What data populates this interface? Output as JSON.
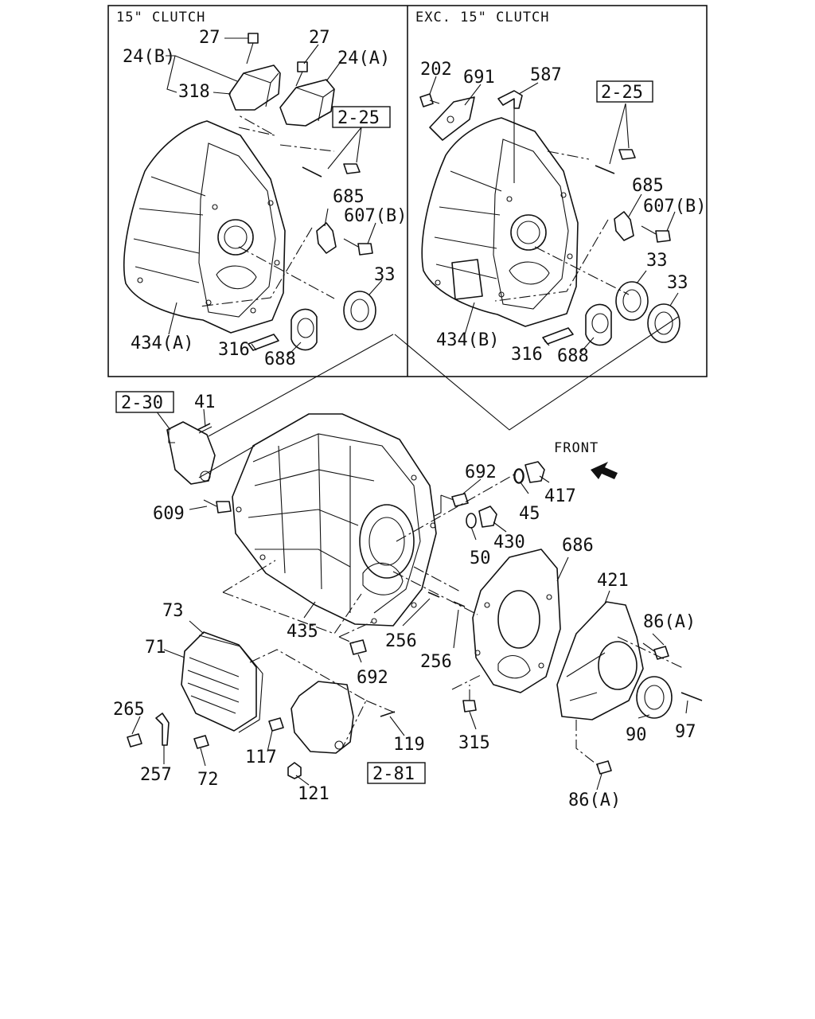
{
  "panels": {
    "left_header": "15\" CLUTCH",
    "right_header": "EXC. 15\" CLUTCH"
  },
  "front_label": "FRONT",
  "left_panel": {
    "p27a": "27",
    "p27b": "27",
    "p24b": "24(B)",
    "p24a": "24(A)",
    "p318": "318",
    "ref225": "2-25",
    "p685": "685",
    "p607b": "607(B)",
    "p33": "33",
    "p434a": "434(A)",
    "p316": "316",
    "p688": "688"
  },
  "right_panel": {
    "p202": "202",
    "p691": "691",
    "p587": "587",
    "ref225": "2-25",
    "p685": "685",
    "p607b": "607(B)",
    "p33a": "33",
    "p33b": "33",
    "p434b": "434(B)",
    "p316": "316",
    "p688": "688"
  },
  "lower": {
    "ref230": "2-30",
    "p41": "41",
    "p609": "609",
    "p692a": "692",
    "p45": "45",
    "p417": "417",
    "p430": "430",
    "p50": "50",
    "p686": "686",
    "p421": "421",
    "p86a_top": "86(A)",
    "p73": "73",
    "p71": "71",
    "p435": "435",
    "p256a": "256",
    "p256b": "256",
    "p692b": "692",
    "p265": "265",
    "p257": "257",
    "p72": "72",
    "p117": "117",
    "p119": "119",
    "ref281": "2-81",
    "p121": "121",
    "p315": "315",
    "p90": "90",
    "p97": "97",
    "p86a_bottom": "86(A)"
  }
}
